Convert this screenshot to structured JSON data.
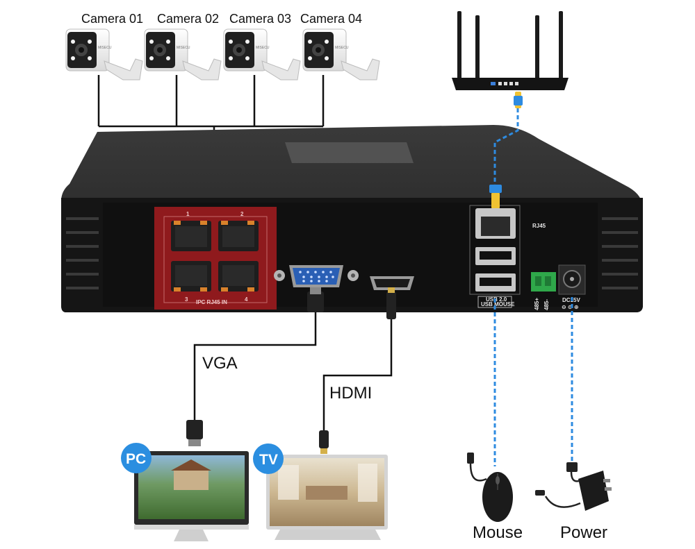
{
  "cameras": [
    {
      "label": "Camera 01",
      "brand": "MISECU"
    },
    {
      "label": "Camera 02",
      "brand": "MISECU"
    },
    {
      "label": "Camera 03",
      "brand": "MISECU"
    },
    {
      "label": "Camera 04",
      "brand": "MISECU"
    }
  ],
  "nvr": {
    "ports": {
      "poe_numbers": [
        "1",
        "2",
        "3",
        "4"
      ],
      "poe_label": "IPC RJ45  IN",
      "rj45_label": "RJ45",
      "usb_label_1": "USB 2.0",
      "usb_label_2": "USB MOUSE",
      "rs485_plus": "485+",
      "rs485_minus": "485-",
      "dc_label": "DC15V"
    },
    "colors": {
      "body": "#1b1b1b",
      "poe_highlight": "#8f1a1d",
      "vga_port": "#2a5fb5",
      "ethernet_cable": "#2e8be0",
      "rs485_terminal": "#2fa84a"
    }
  },
  "connections": {
    "vga_label": "VGA",
    "hdmi_label": "HDMI",
    "mouse_label": "Mouse",
    "power_label": "Power"
  },
  "displays": {
    "pc_badge": "PC",
    "tv_badge": "TV",
    "badge_color": "#2b8ee0"
  },
  "icons": [
    "camera-icon",
    "router-icon",
    "nvr-device-icon",
    "monitor-icon",
    "tv-icon",
    "mouse-icon",
    "power-adapter-icon"
  ]
}
